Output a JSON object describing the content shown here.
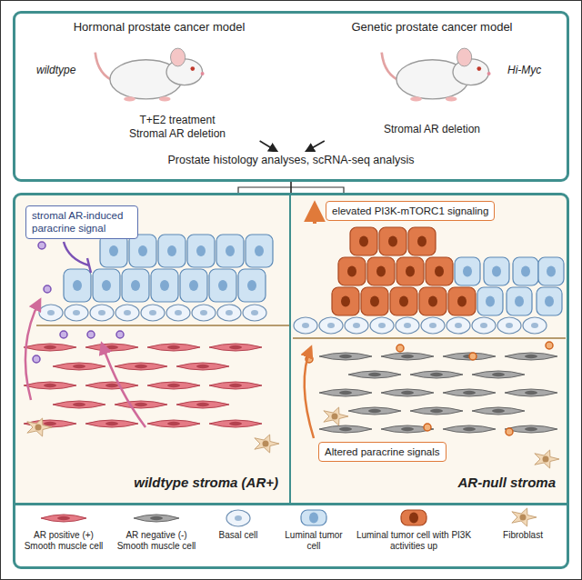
{
  "diagram": {
    "nodes": [
      {
        "text": []
      },
      {
        "text": [
          "Hormonal prostate cancer model",
          "wildtype",
          "T+E2 treatment",
          "Stromal AR deletion"
        ],
        "in": 0
      },
      {
        "text": [
          "Genetic prostate cancer model",
          "Hi-Myc",
          "Stromal AR deletion"
        ],
        "in": 0
      },
      {
        "text": [
          "Prostate histology analyses, scRNA-seq analysis"
        ],
        "in": 0
      },
      {
        "text": []
      },
      {
        "text": [
          "wildtype stroma (AR+)"
        ],
        "in": 4
      },
      {
        "text": [
          "AR-null stroma"
        ],
        "in": 4
      },
      {
        "text": [
          "stromal AR-induced paracrine signal"
        ],
        "in": 5
      },
      {
        "text": [
          "elevated PI3K-mTORC1 signaling"
        ],
        "in": 6
      },
      {
        "text": [
          "Altered paracrine signals"
        ],
        "in": 6
      }
    ],
    "edges": [
      {
        "from": 1,
        "to": 3,
        "arrow": "to"
      },
      {
        "from": 2,
        "to": 3,
        "arrow": "to"
      },
      {
        "from": 0,
        "to": 4,
        "arrow": "none"
      }
    ],
    "legend": [
      {
        "text": "AR positive (+) Smooth muscle cell"
      },
      {
        "text": "AR negative (-) Smooth muscle cell"
      },
      {
        "text": "Basal cell"
      },
      {
        "text": "Luminal tumor cell"
      },
      {
        "text": "Luminal tumor cell with PI3K activities up"
      },
      {
        "text": "Fibroblast"
      }
    ]
  }
}
